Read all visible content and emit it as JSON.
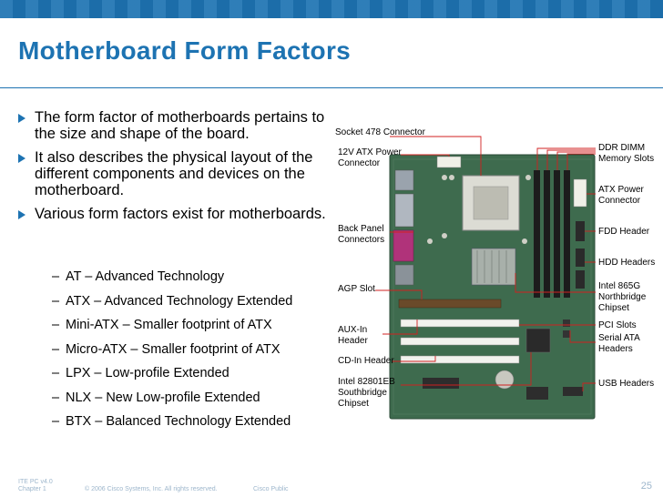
{
  "slide": {
    "title": "Motherboard Form Factors",
    "bullets": [
      "The form factor of motherboards pertains to the size and shape of the board.",
      "It also describes the physical layout of the different components and devices on the motherboard.",
      "Various form factors exist for motherboards."
    ],
    "form_factors": [
      "AT – Advanced Technology",
      "ATX – Advanced Technology Extended",
      "Mini-ATX – Smaller footprint of ATX",
      "Micro-ATX – Smaller footprint of ATX",
      "LPX – Low-profile Extended",
      "NLX – New Low-profile Extended",
      "BTX – Balanced Technology Extended"
    ],
    "dash": "–"
  },
  "diagram": {
    "left_labels": {
      "socket": "Socket 478 Connector",
      "atx12v": [
        "12V ATX Power",
        "Connector"
      ],
      "back_panel": [
        "Back Panel",
        "Connectors"
      ],
      "agp": "AGP Slot",
      "aux_in": [
        "AUX-In",
        "Header"
      ],
      "cd_in": "CD-In Header",
      "southbridge": [
        "Intel 82801EB",
        "Southbridge",
        "Chipset"
      ]
    },
    "right_labels": {
      "ddr": [
        "DDR DIMM",
        "Memory Slots"
      ],
      "atx_power": [
        "ATX Power",
        "Connector"
      ],
      "fdd": "FDD Header",
      "hdd": "HDD Headers",
      "northbridge": [
        "Intel 865G",
        "Northbridge",
        "Chipset"
      ],
      "pci": "PCI Slots",
      "sata": [
        "Serial ATA",
        "Headers"
      ],
      "usb": "USB Headers"
    },
    "colors": {
      "board": "#3e6b4e",
      "dimm": "#1c1c1c",
      "slot": "#f2f2ee",
      "callout_line": "#d02020",
      "accent": "#1d73b2"
    }
  },
  "footer": {
    "course": [
      "ITE PC v4.0",
      "Chapter 1"
    ],
    "copyright": "© 2006 Cisco Systems, Inc. All rights reserved.",
    "classification": "Cisco Public",
    "page_number": "25"
  }
}
